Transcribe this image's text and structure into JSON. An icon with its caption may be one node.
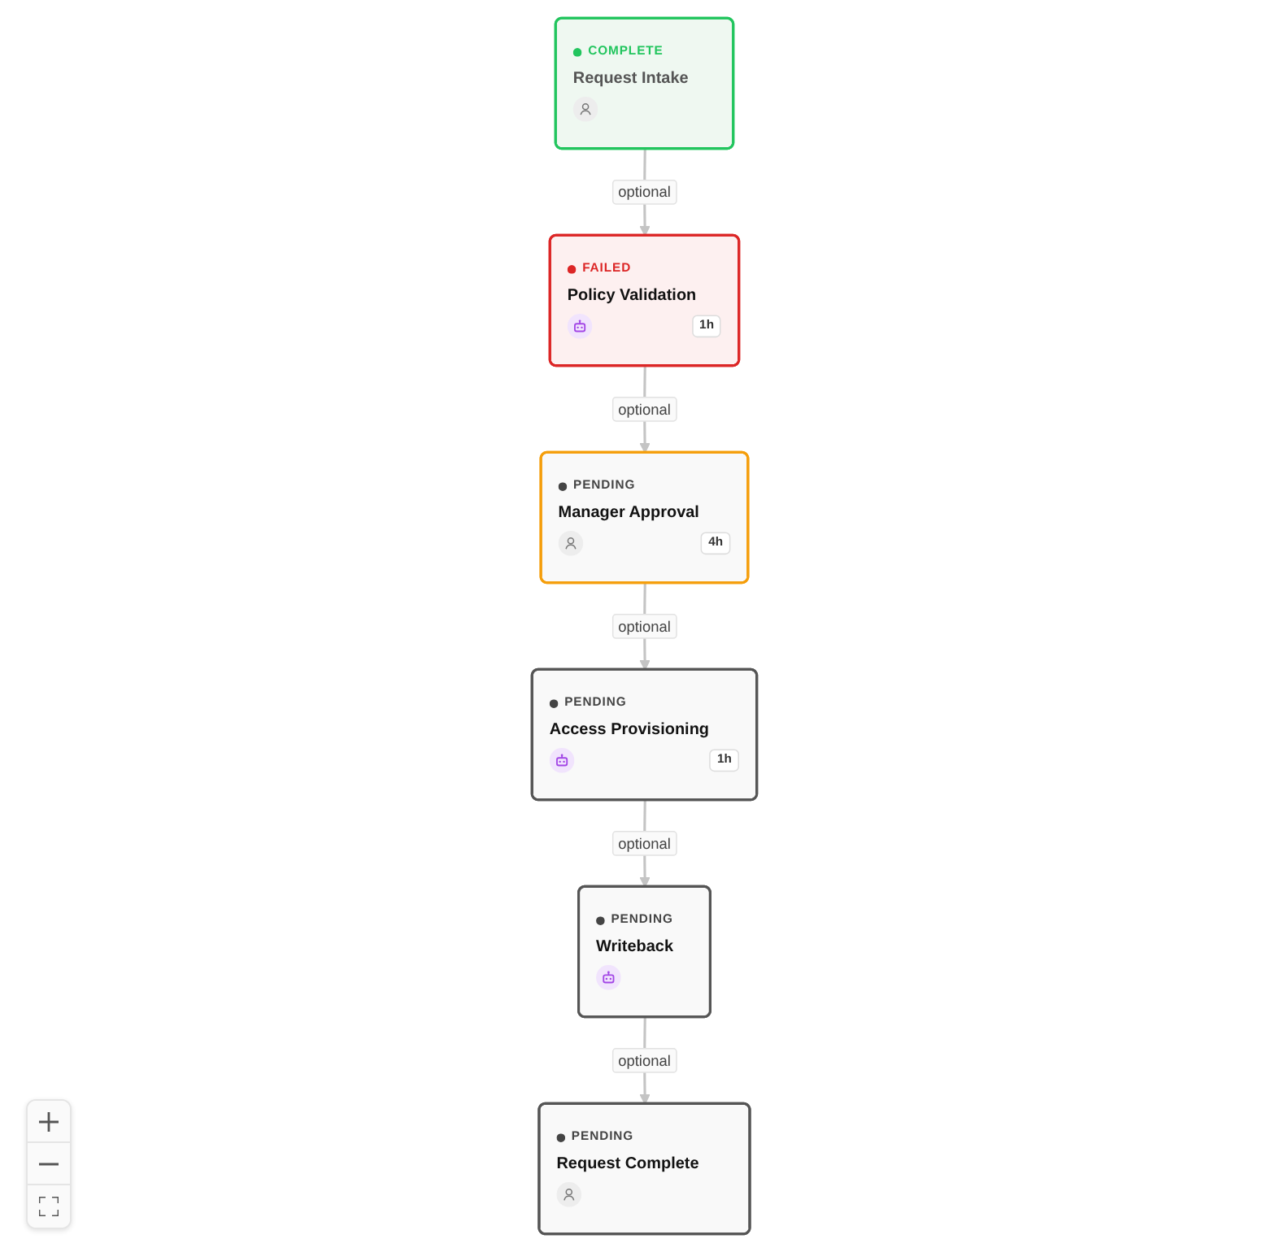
{
  "diagram": {
    "nodes": [
      {
        "text": [
          "COMPLETE",
          "Request Intake"
        ]
      },
      {
        "text": [
          "FAILED",
          "Policy Validation",
          "1h"
        ]
      },
      {
        "text": [
          "PENDING",
          "Manager Approval",
          "4h"
        ]
      },
      {
        "text": [
          "PENDING",
          "Access Provisioning",
          "1h"
        ]
      },
      {
        "text": [
          "PENDING",
          "Writeback"
        ]
      },
      {
        "text": [
          "PENDING",
          "Request Complete"
        ]
      }
    ],
    "edges": [
      {
        "from": 0,
        "to": 1,
        "arrow": "to",
        "label": "optional"
      },
      {
        "from": 1,
        "to": 2,
        "arrow": "to",
        "label": "optional"
      },
      {
        "from": 2,
        "to": 3,
        "arrow": "to",
        "label": "optional"
      },
      {
        "from": 3,
        "to": 4,
        "arrow": "to",
        "label": "optional"
      },
      {
        "from": 4,
        "to": 5,
        "arrow": "to",
        "label": "optional"
      }
    ]
  }
}
